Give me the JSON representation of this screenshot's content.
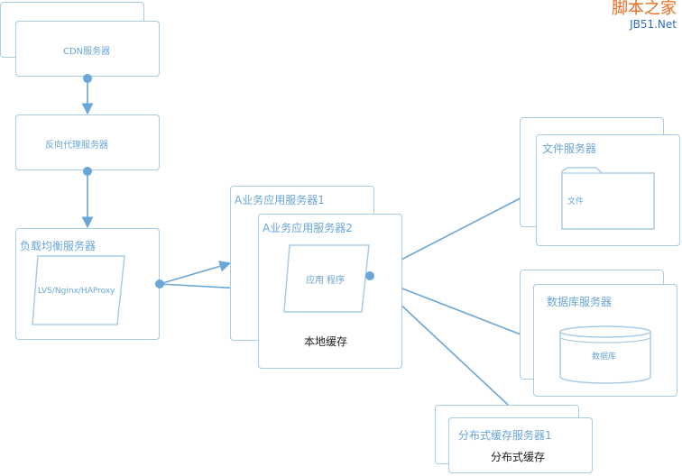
{
  "watermark": {
    "line1": "脚本之家",
    "line2": "JB51.Net"
  },
  "nodes": {
    "cdn": {
      "label": "CDN服务器"
    },
    "reverse_proxy": {
      "label": "反向代理服务器"
    },
    "load_balancer": {
      "label": "负载均衡服务器",
      "inner": "LVS/Nginx/HAProxy"
    },
    "app1": {
      "label": "A业务应用服务器1"
    },
    "app2": {
      "label": "A业务应用服务器2",
      "inner": "应用 程序",
      "footer": "本地缓存"
    },
    "file_server": {
      "label": "文件服务器",
      "inner": "文件"
    },
    "db_server": {
      "label": "数据库服务器",
      "inner": "数据库"
    },
    "cache_server": {
      "label": "分布式缓存服务器1",
      "footer": "分布式缓存"
    }
  },
  "colors": {
    "stroke": "#a9cce6",
    "accent": "#6aa6d8",
    "text": "#222222"
  }
}
